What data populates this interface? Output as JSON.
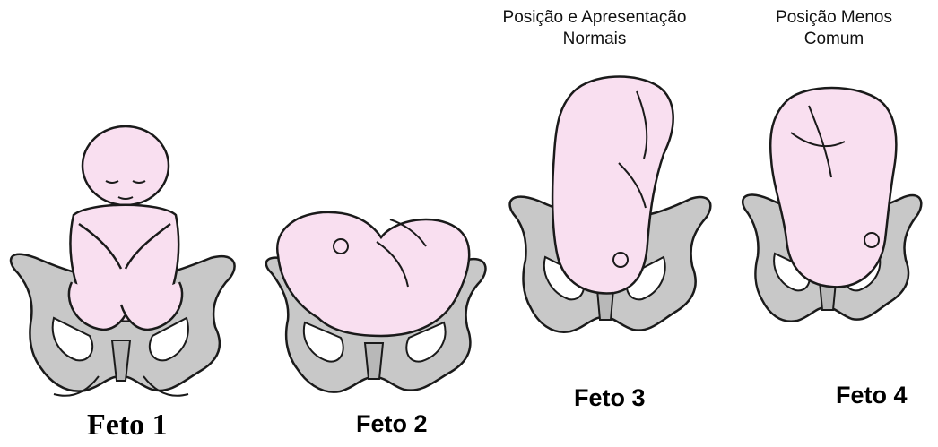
{
  "figures": [
    {
      "id": "feto-1",
      "caption": "Feto 1",
      "posture": "sitting-cross-legged"
    },
    {
      "id": "feto-2",
      "caption": "Feto 2",
      "posture": "transverse-lying"
    },
    {
      "id": "feto-3",
      "caption": "Feto 3",
      "posture": "head-down-normal",
      "heading": [
        "Posição e Apresentação",
        "Normais"
      ]
    },
    {
      "id": "feto-4",
      "caption": "Feto 4",
      "posture": "head-down-less-common",
      "heading": [
        "Posição Menos",
        "Comum"
      ]
    }
  ],
  "colors": {
    "skin": "#f9dff0",
    "pelvis": "#c8c8c8",
    "outline": "#1a1a1a",
    "background": "#ffffff"
  }
}
